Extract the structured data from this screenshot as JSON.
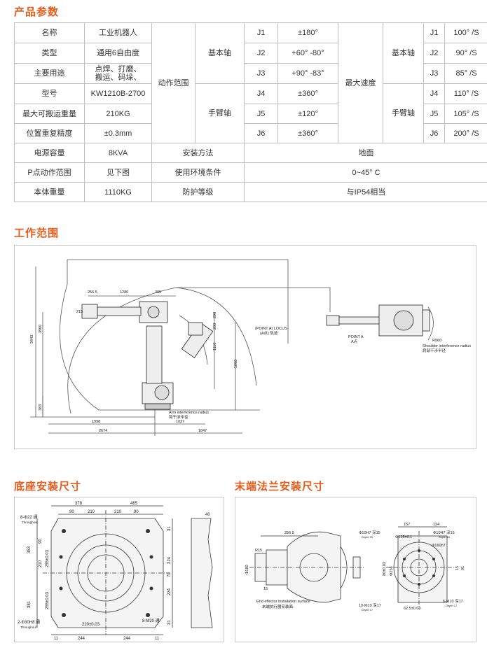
{
  "sections": {
    "params": "产品参数",
    "workspace": "工作范围",
    "base": "底座安装尺寸",
    "flange": "末端法兰安装尺寸"
  },
  "spec": {
    "name_label": "名称",
    "name_value": "工业机器人",
    "type_label": "类型",
    "type_value": "通用6自由度",
    "use_label": "主要用途",
    "use_value_1": "点焊、打磨、",
    "use_value_2": "搬运、码垛、",
    "model_label": "型号",
    "model_value": "KW1210B-2700",
    "payload_label": "最大可搬运重量",
    "payload_value": "210KG",
    "repeat_label": "位置重复精度",
    "repeat_value": "±0.3mm",
    "power_label": "电源容量",
    "power_value": "8KVA",
    "prange_label": "P点动作范围",
    "prange_value": "见下图",
    "weight_label": "本体重量",
    "weight_value": "1110KG",
    "range_label": "动作范围",
    "base_axis": "基本轴",
    "wrist_axis": "手臂轴",
    "speed_label": "最大速度",
    "install_label": "安装方法",
    "install_value": "地面",
    "env_label": "使用环境条件",
    "env_value": "0~45° C",
    "protect_label": "防护等级",
    "protect_value": "与IP54相当",
    "joints": [
      {
        "j": "J1",
        "range": "±180°",
        "speed": "100° /S"
      },
      {
        "j": "J2",
        "range": "+60° -80°",
        "speed": "90° /S"
      },
      {
        "j": "J3",
        "range": "+90° -83°",
        "speed": "85° /S"
      },
      {
        "j": "J4",
        "range": "±360°",
        "speed": "110° /S"
      },
      {
        "j": "J5",
        "range": "±120°",
        "speed": "105° /S"
      },
      {
        "j": "J6",
        "range": "±360°",
        "speed": "200° /S"
      }
    ]
  },
  "workspace": {
    "d_2565": "256.5",
    "d_1280": "1280",
    "d_385": "385",
    "d_215": "215",
    "d_3443": "3443",
    "d_3900": "3900",
    "d_383": "383",
    "d_280": "280",
    "d_200": "200",
    "d_1086": "1086",
    "d_1110": "1110",
    "d_1998": "1998",
    "d_1027": "1027",
    "d_2674": "2674",
    "d_1847": "1847",
    "pa_locus_en": "(POINT A) LOCUS",
    "pa_locus_cn": "(A点) 轨迹",
    "point_a_en": "POINT A",
    "point_a_cn": "A点",
    "r560": "R560",
    "shoulder_en": "Shoulder interference radius",
    "shoulder_cn": "肩部干涉半径",
    "arm_en": "Arm interference radius",
    "arm_cn": "臂干涉半径"
  },
  "base": {
    "d_378": "378",
    "d_465": "465",
    "d_90a": "90",
    "d_210a": "210",
    "d_90b": "90",
    "d_210b": "210",
    "d_40": "40",
    "hole8_22": "8-Φ22 通",
    "through1": "Throughout",
    "d_353": "353",
    "d_381": "381",
    "d_90v": "90",
    "d_210v": "210",
    "d_255a": "255±0.03",
    "d_255b": "255±0.03",
    "d_31a": "31",
    "d_224a": "224",
    "d_70": "70",
    "d_224b": "224",
    "d_31b": "31",
    "hole2_30": "2-Φ30H8 通",
    "through2": "Throughout",
    "d_220": "220±0.03",
    "hole8_m20": "8-M20 通",
    "d_11a": "11",
    "d_244a": "244",
    "d_244b": "244",
    "d_11b": "11"
  },
  "flange": {
    "d_2565": "256.5",
    "d_r15": "R15",
    "d_h15a": "15",
    "d_180": "Φ180",
    "end_en": "End effector installation surface",
    "end_cn": "末端执行器安装面",
    "d_157": "157",
    "d_124": "124",
    "h10_a": "Φ10H7 深15",
    "depth_a": "Depth 15",
    "d_125": "Φ125±0.1",
    "h10_b": "Φ10H7 深15",
    "depth_b": "Depth 15",
    "d_160": "Φ160h7",
    "d_80": "80±0.03",
    "d_256": "Φ256",
    "d_15b": "15",
    "d_91": "91",
    "m10_a": "10-M10 深17",
    "depth_c": "Depth 17",
    "d_625": "62.5±0.03",
    "m10_b": "6-M10 深17",
    "depth_d": "Depth 17"
  }
}
